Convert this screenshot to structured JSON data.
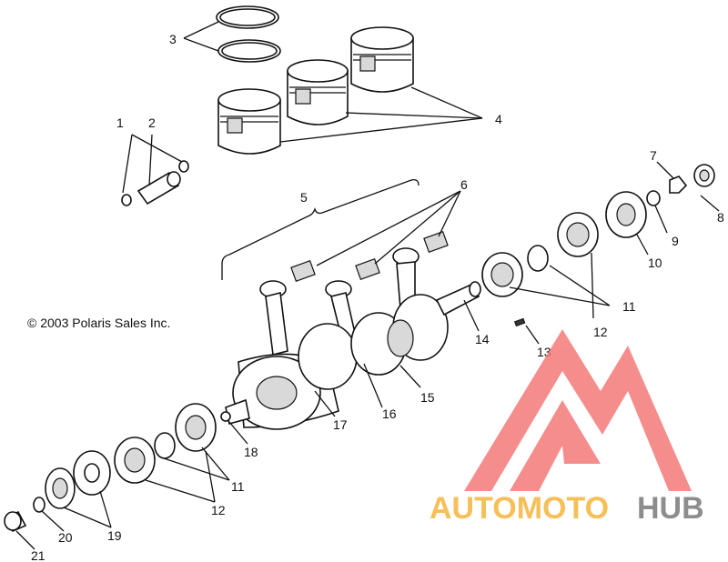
{
  "diagram": {
    "copyright": "© 2003 Polaris Sales Inc.",
    "callouts": {
      "n1": "1",
      "n2": "2",
      "n3": "3",
      "n4": "4",
      "n5": "5",
      "n6": "6",
      "n7": "7",
      "n8": "8",
      "n9": "9",
      "n10": "10",
      "n11a": "11",
      "n12a": "12",
      "n13": "13",
      "n14": "14",
      "n15": "15",
      "n16": "16",
      "n17": "17",
      "n18": "18",
      "n11b": "11",
      "n12b": "12",
      "n19": "19",
      "n20": "20",
      "n21": "21"
    }
  },
  "watermark": {
    "text_part1": "AUTOMOTO",
    "text_part2": "HUB",
    "colors": {
      "orange": "#f5b43a",
      "red": "#f06a6a",
      "gray": "#7a7a7a",
      "triangle": "#f47a7a"
    }
  }
}
